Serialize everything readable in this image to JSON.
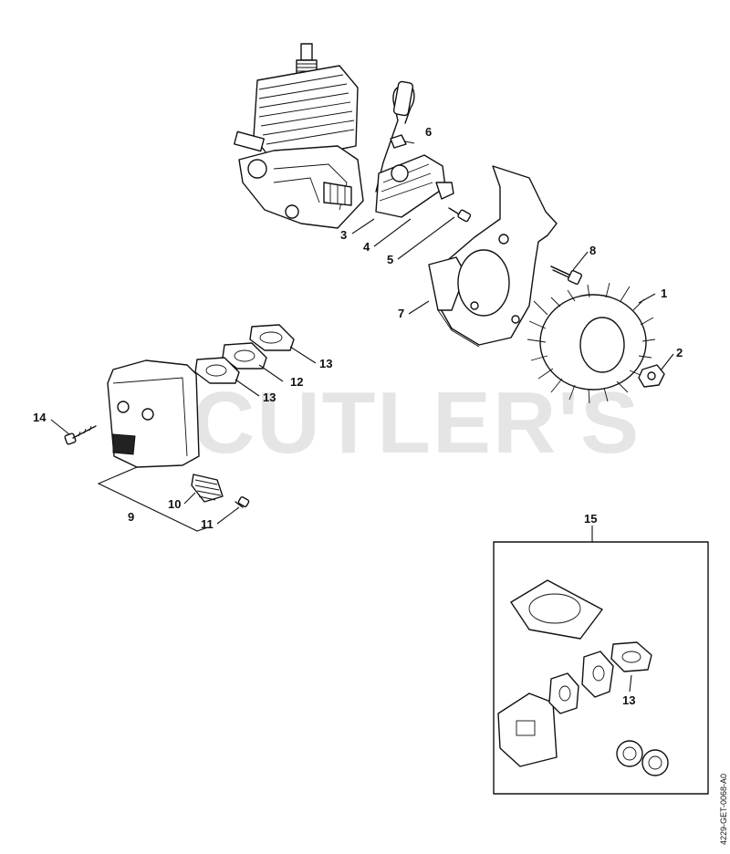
{
  "watermark": "CUTLER'S",
  "reference_code": "4229-GET-0068-A0",
  "callouts": {
    "c1": "1",
    "c2": "2",
    "c3": "3",
    "c4": "4",
    "c5": "5",
    "c6": "6",
    "c7": "7",
    "c8": "8",
    "c9": "9",
    "c10": "10",
    "c11": "11",
    "c12": "12",
    "c13a": "13",
    "c13b": "13",
    "c13c": "13",
    "c14": "14",
    "c15": "15"
  }
}
